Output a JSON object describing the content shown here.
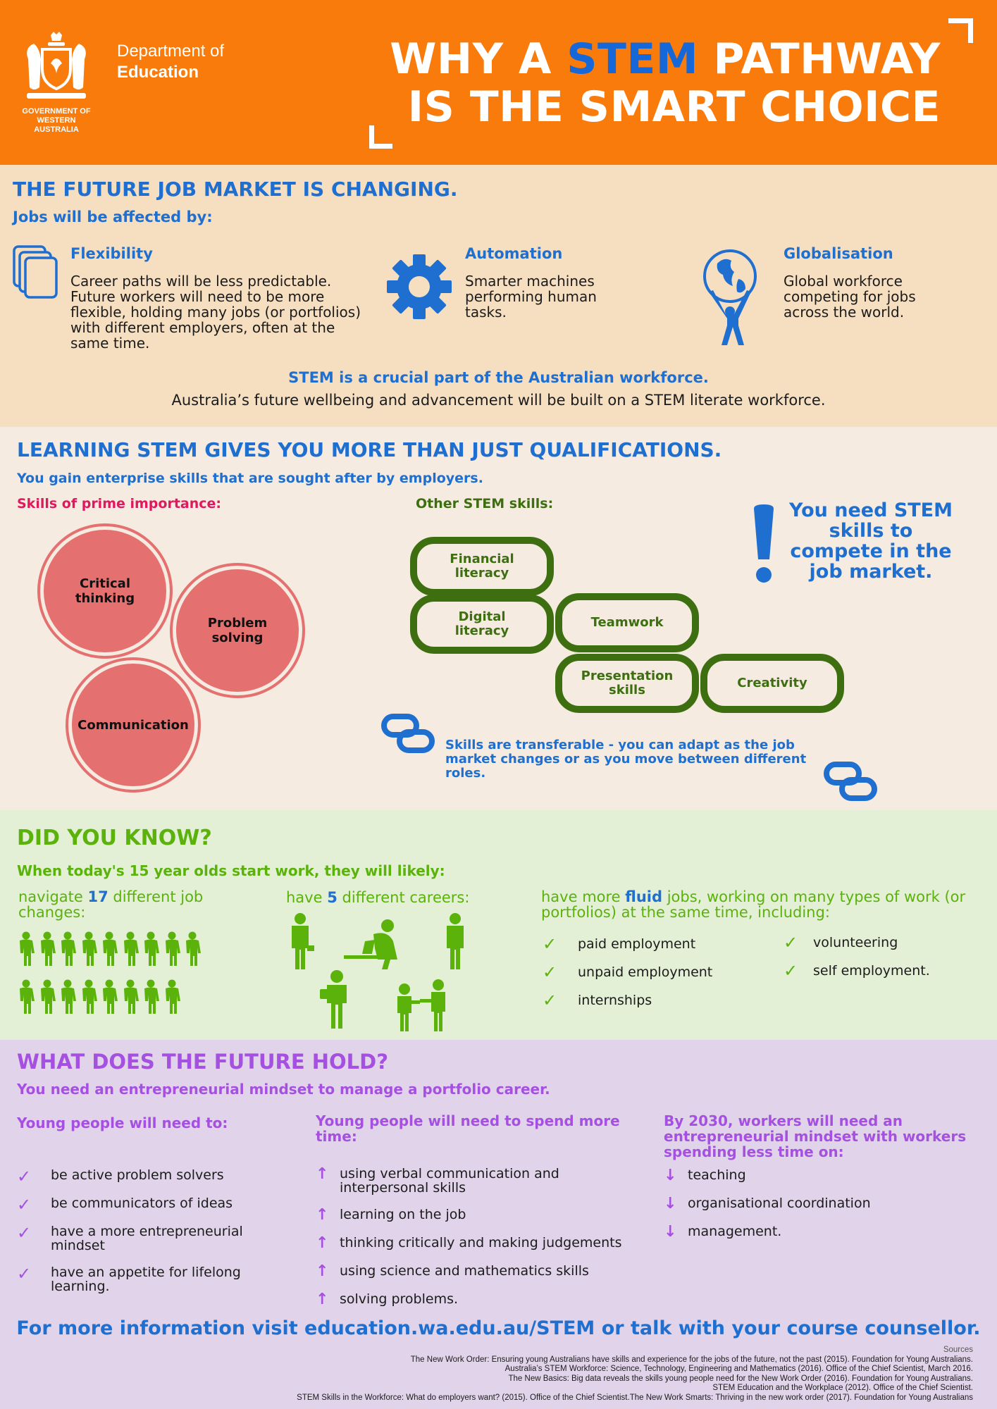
{
  "header": {
    "dept_line1": "Department of",
    "dept_line2": "Education",
    "govt_line1": "GOVERNMENT OF",
    "govt_line2": "WESTERN AUSTRALIA",
    "title_part1": "WHY A ",
    "title_stem": "STEM",
    "title_part2": " PATHWAY",
    "title_line2": "IS THE SMART CHOICE"
  },
  "job_market": {
    "heading": "THE FUTURE JOB MARKET IS CHANGING.",
    "subheading": "Jobs will be affected by:",
    "factors": [
      {
        "title": "Flexibility",
        "text": "Career paths will be less predictable. Future workers will need to be more flexible, holding many jobs (or portfolios) with different employers, often at the same time.",
        "icon": "stacked-pages-icon"
      },
      {
        "title": "Automation",
        "text": "Smarter machines performing human tasks.",
        "icon": "gear-icon"
      },
      {
        "title": "Globalisation",
        "text": "Global workforce competing for jobs across the world.",
        "icon": "person-holding-globe-icon"
      }
    ],
    "crucial": "STEM is a crucial part of the Australian workforce.",
    "wellbeing": "Australia’s future wellbeing and advancement will be built on a STEM literate workforce."
  },
  "skills": {
    "heading": "LEARNING STEM GIVES YOU MORE THAN JUST QUALIFICATIONS.",
    "subheading": "You gain enterprise skills that are sought after by employers.",
    "prime_label": "Skills of prime importance:",
    "prime": [
      "Critical thinking",
      "Problem solving",
      "Communication"
    ],
    "other_label": "Other STEM skills:",
    "other": [
      "Financial literacy",
      "Digital literacy",
      "Teamwork",
      "Presentation skills",
      "Creativity"
    ],
    "callout": "You need STEM skills to compete in the job market.",
    "transferable": "Skills are transferable - you can adapt as the job market changes or as you move between different roles."
  },
  "did_you_know": {
    "heading": "DID YOU KNOW?",
    "subheading": "When today's 15 year olds start work, they will likely:",
    "col1_pre": "navigate ",
    "col1_num": "17",
    "col1_post": " different job changes:",
    "job_changes_count": 17,
    "col2_pre": "have ",
    "col2_num": "5",
    "col2_post": " different careers:",
    "col3_pre": "have more ",
    "col3_bold": "fluid",
    "col3_post": " jobs, working on many types of work (or portfolios) at the same time, including:",
    "list_a": [
      "paid employment",
      "unpaid employment",
      "internships"
    ],
    "list_b": [
      "volunteering",
      "self employment."
    ]
  },
  "future": {
    "heading": "WHAT DOES THE FUTURE HOLD?",
    "subheading": "You need an entrepreneurial mindset to manage a portfolio career.",
    "col1_title": "Young people will need to:",
    "col1": [
      "be active problem solvers",
      "be communicators of ideas",
      "have a more entrepreneurial mindset",
      "have an appetite for lifelong learning."
    ],
    "col2_title": "Young people will need to spend more time:",
    "col2": [
      "using verbal communication and interpersonal skills",
      "learning on the job",
      "thinking critically and making judgements",
      "using science and mathematics skills",
      "solving problems."
    ],
    "col3_title": "By 2030, workers will need an entrepreneurial mindset with workers spending less time on:",
    "col3": [
      "teaching",
      "organisational coordination",
      "management."
    ]
  },
  "footer": {
    "cta": "For more information visit education.wa.edu.au/STEM or talk with your course counsellor.",
    "sources_label": "Sources",
    "sources": [
      "The New Work Order: Ensuring young Australians have skills and experience for the jobs of the future, not the past (2015). Foundation for Young Australians.",
      "Australia’s STEM Workforce: Science, Technology, Engineering and Mathematics (2016). Office of the Chief Scientist, March 2016.",
      "The New Basics: Big data reveals the skills young people need for the New Work Order (2016). Foundation for Young Australians.",
      "STEM Education and the Workplace (2012). Office of the Chief Scientist.",
      "STEM Skills in the Workforce: What do employers want? (2015). Office of the Chief Scientist.The New Work Smarts: Thriving in the new work order (2017). Foundation for Young Australians"
    ]
  },
  "colors": {
    "orange": "#f97b0b",
    "blue": "#1f6fd0",
    "green": "#5ab20a",
    "dark_green": "#3d6f10",
    "purple": "#a550e0",
    "pink": "#e57070",
    "magenta": "#e0185e"
  }
}
